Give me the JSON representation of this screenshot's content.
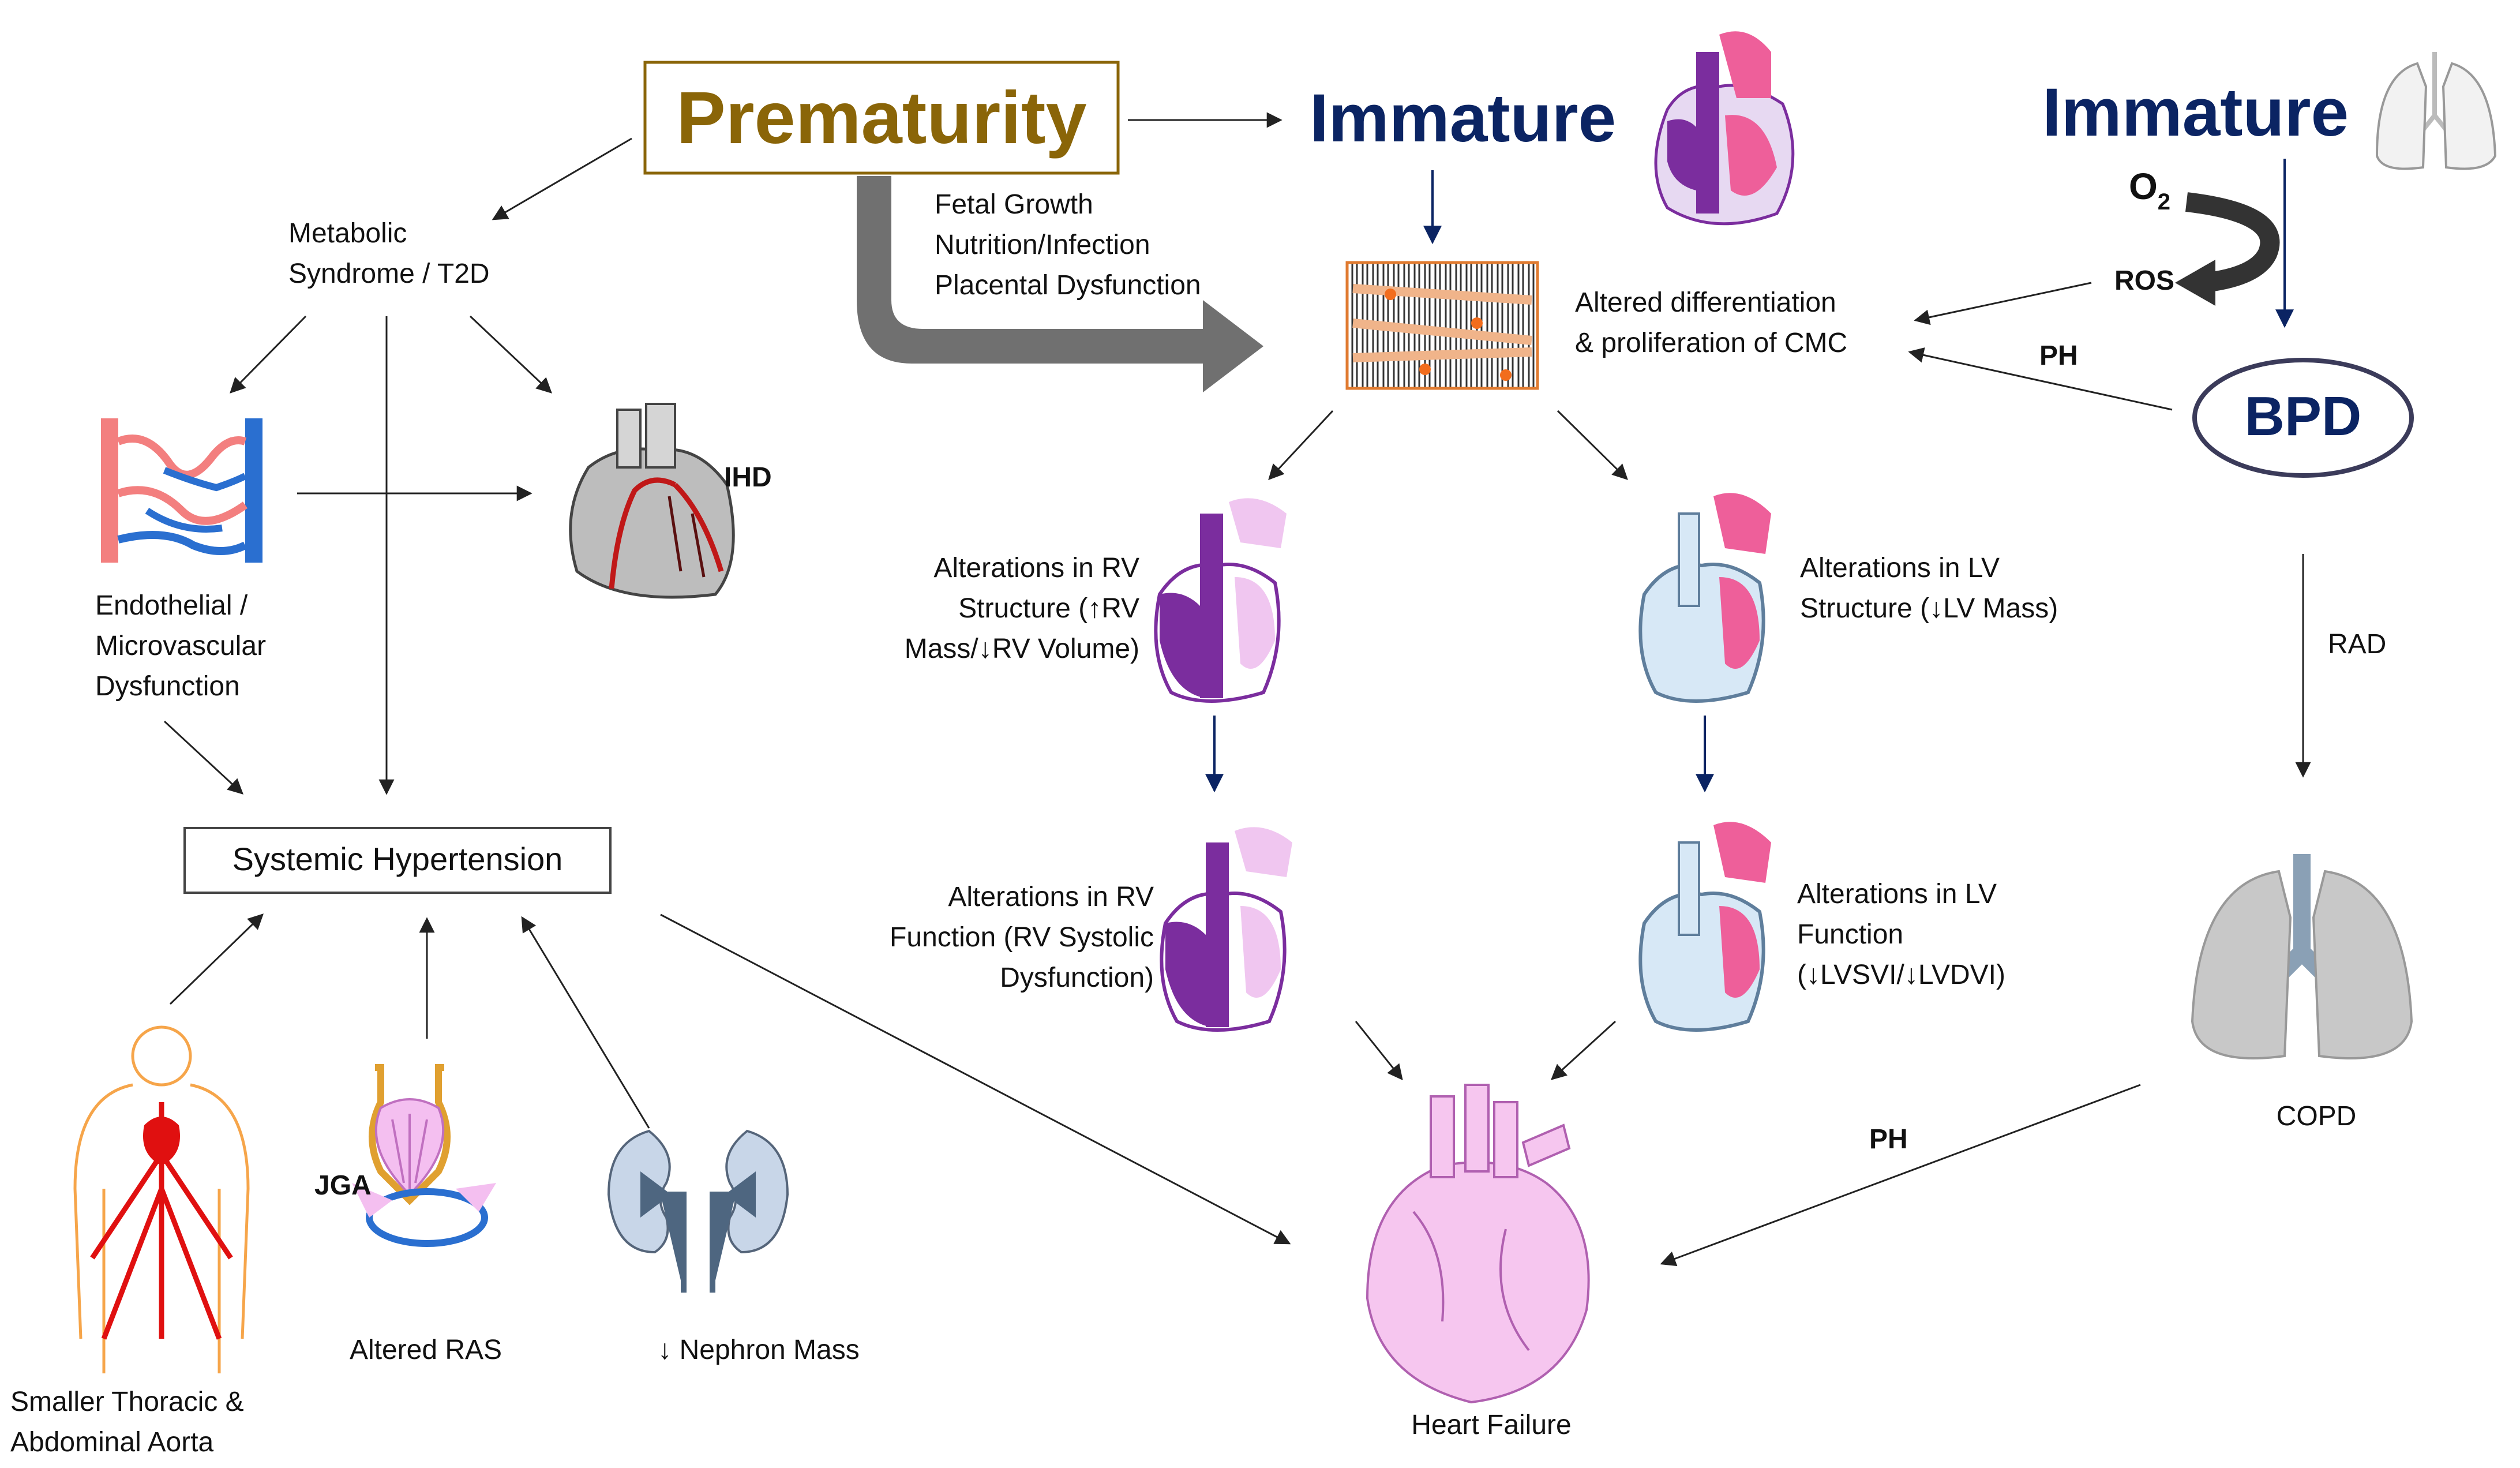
{
  "title": "Prematurity",
  "immature_heart": "Immature",
  "immature_lung": "Immature",
  "o2_base": "O",
  "o2_sub": "2",
  "ros": "ROS",
  "bpd": "BPD",
  "ph_upper": "PH",
  "rad": "RAD",
  "copd": "COPD",
  "ph_lower": "PH",
  "fetal_factors": [
    "Fetal Growth",
    "Nutrition/Infection",
    "Placental Dysfunction"
  ],
  "altered_diff": [
    "Altered differentiation",
    "& proliferation of CMC"
  ],
  "metabolic": [
    "Metabolic",
    "Syndrome / T2D"
  ],
  "endothelial": [
    "Endothelial /",
    "Microvascular",
    "Dysfunction"
  ],
  "ihd": "IHD",
  "systemic_hypertension": "Systemic Hypertension",
  "aorta": [
    "Smaller Thoracic &",
    "Abdominal Aorta"
  ],
  "jga": "JGA",
  "ras": "Altered RAS",
  "nephron": "↓ Nephron Mass",
  "rv_structure": [
    "Alterations in RV",
    "Structure (↑RV",
    "Mass/↓RV Volume)"
  ],
  "lv_structure": [
    "Alterations in LV",
    "Structure (↓LV Mass)"
  ],
  "rv_function": [
    "Alterations in RV",
    "Function (RV Systolic",
    "Dysfunction)"
  ],
  "lv_function": [
    "Alterations in LV",
    "Function",
    "(↓LVSVI/↓LVDVI)"
  ],
  "heart_failure": "Heart Failure",
  "colors": {
    "prematurity": "#8a6508",
    "immature": "#0b2463",
    "rv_purple": "#7b2d9e",
    "lv_pink": "#ee5f9a",
    "hf_pink": "#f6c6ef",
    "artery_red": "#e0403a",
    "vein_blue": "#2a6fd0",
    "lung_gray": "#c8c8c8"
  }
}
